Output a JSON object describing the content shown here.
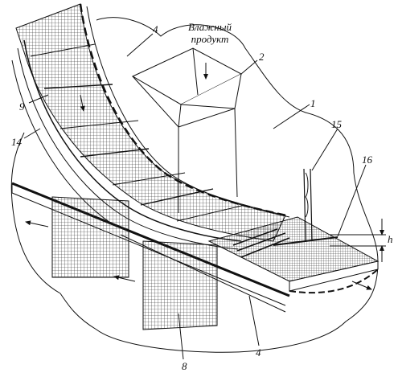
{
  "caption": {
    "line1": "Влажный",
    "line2": "продукт"
  },
  "labels": {
    "n1": "1",
    "n2": "2",
    "n4a": "4",
    "n4b": "4",
    "n8": "8",
    "n9": "9",
    "n14": "14",
    "n15": "15",
    "n16": "16",
    "h": "h"
  },
  "colors": {
    "ink": "#111111",
    "paper": "#ffffff"
  }
}
